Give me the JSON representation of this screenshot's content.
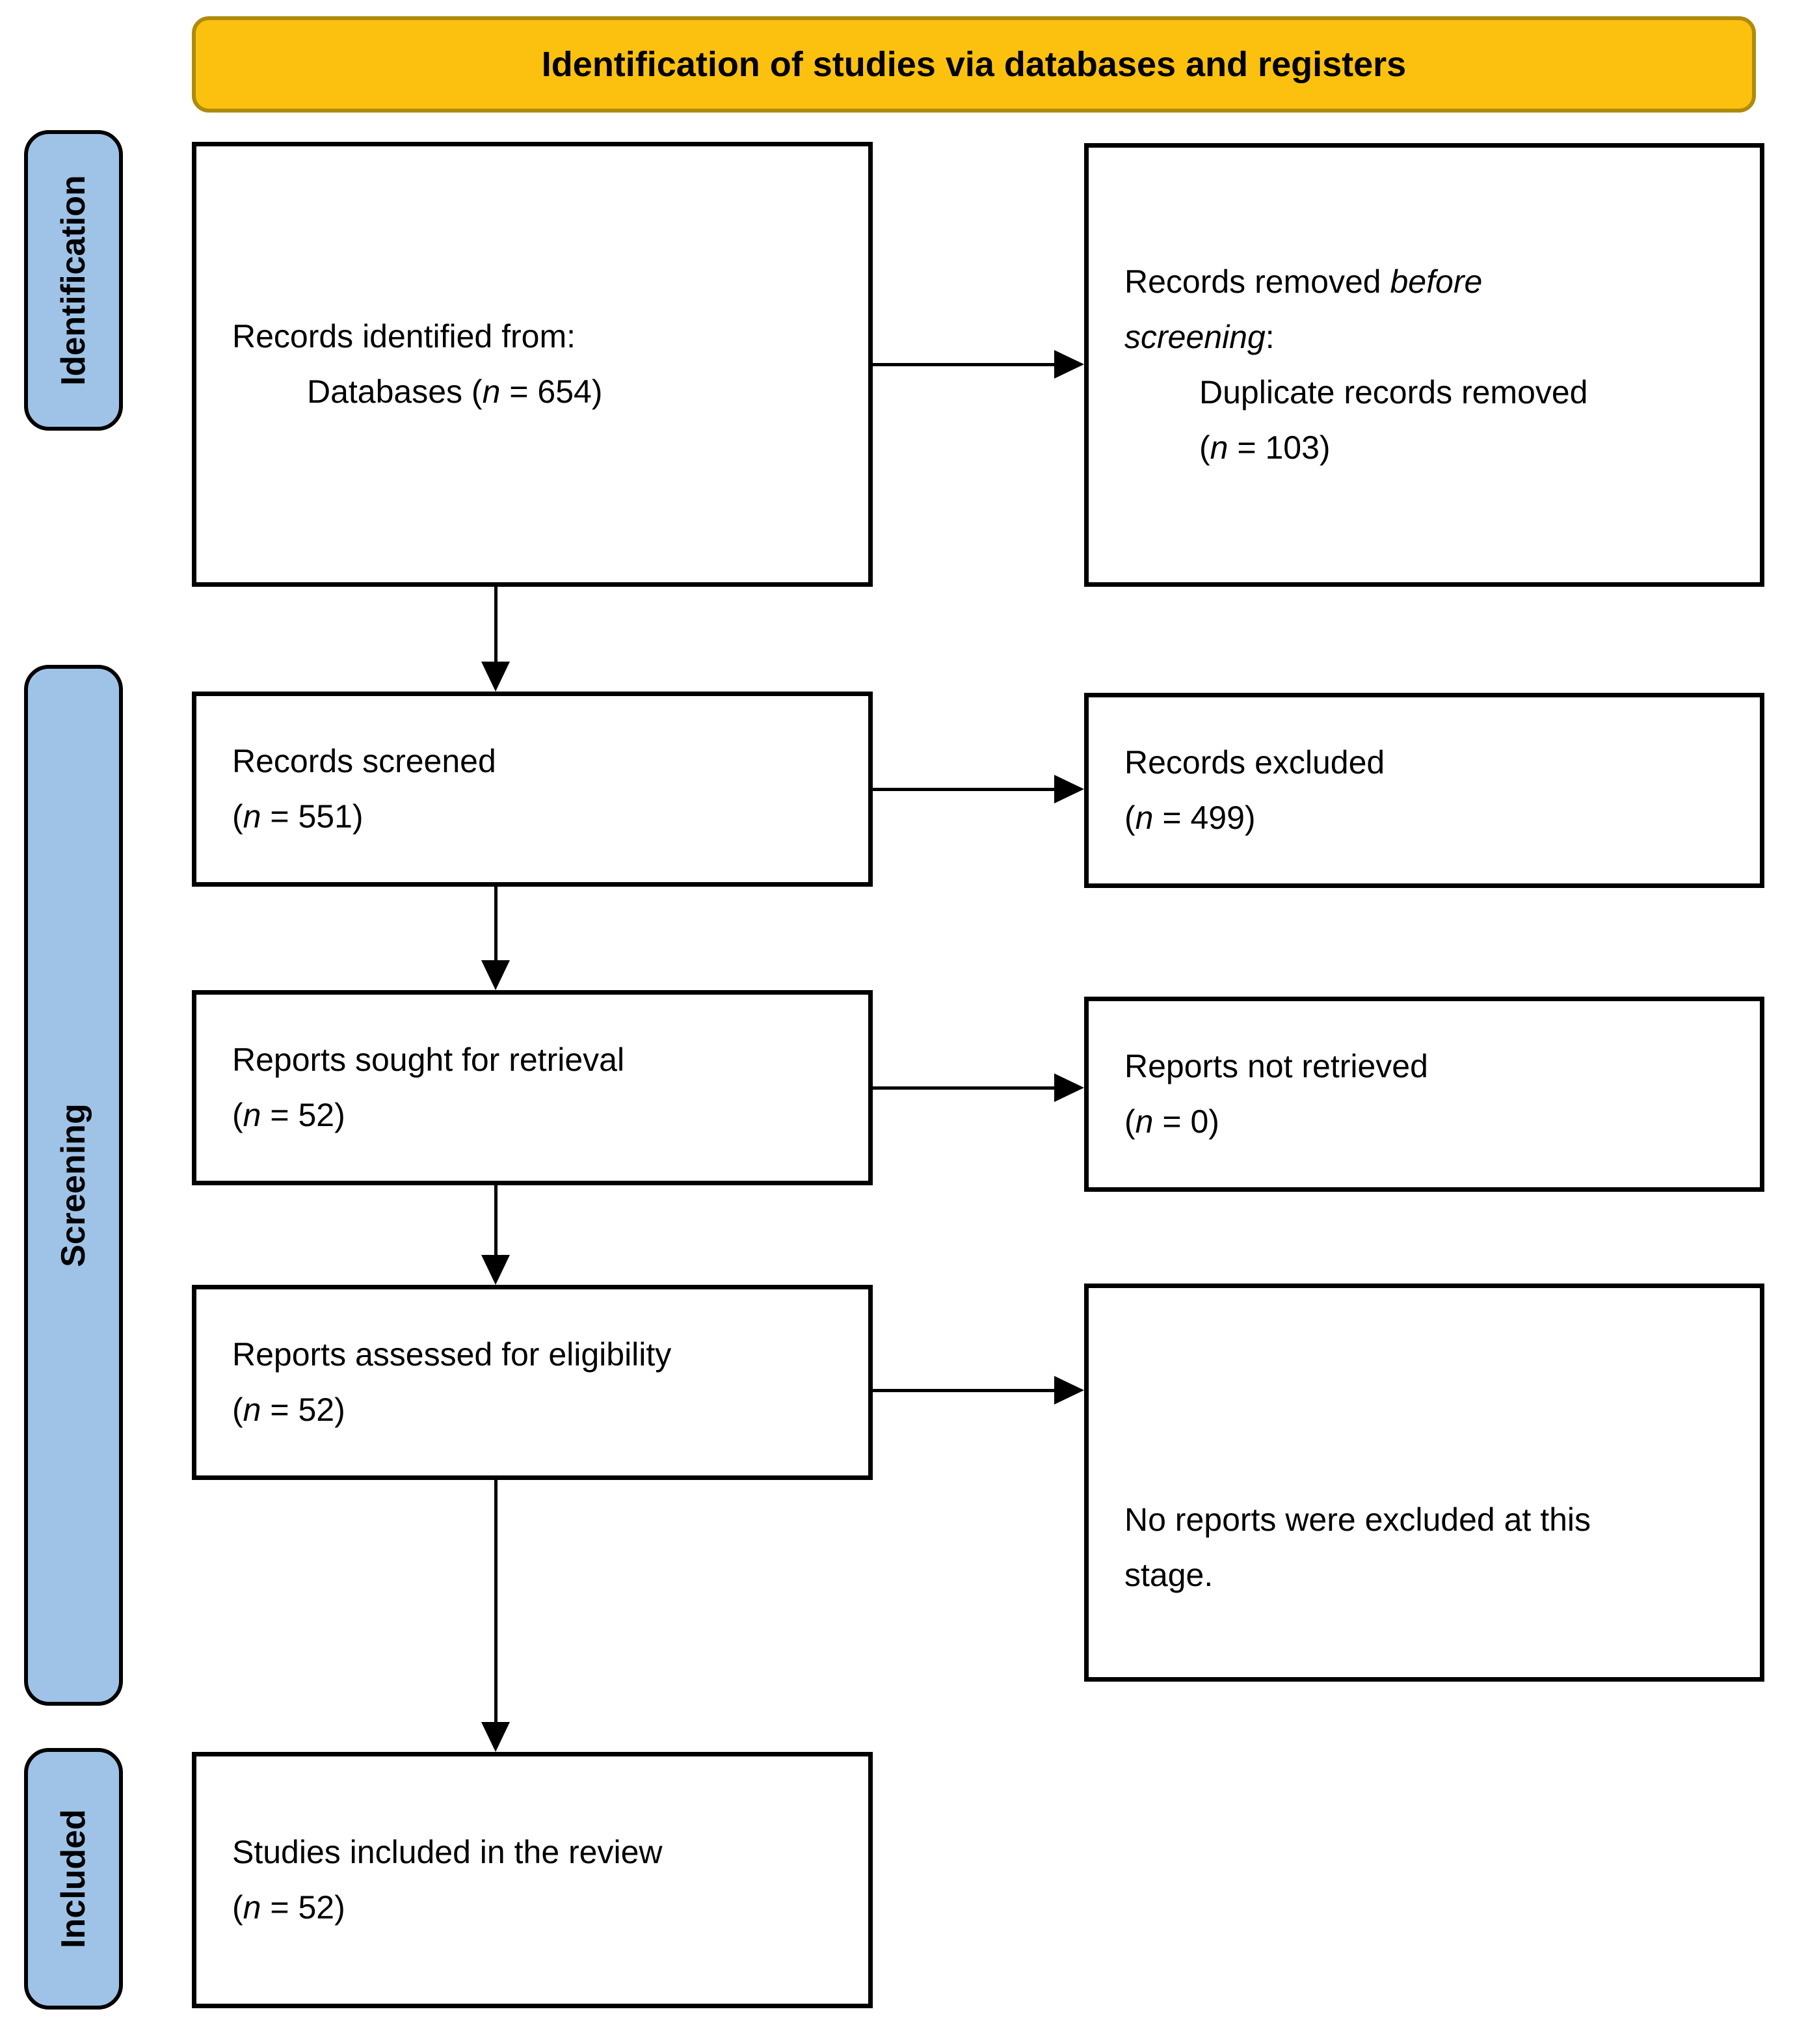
{
  "header": {
    "title": "Identification of studies via databases and registers"
  },
  "stages": [
    {
      "id": "identification",
      "label": "Identification"
    },
    {
      "id": "screening",
      "label": "Screening"
    },
    {
      "id": "included",
      "label": "Included"
    }
  ],
  "boxes": {
    "records_identified": {
      "lines": [
        {
          "segments": [
            {
              "text": "Records identified from:"
            }
          ]
        },
        {
          "indent": true,
          "segments": [
            {
              "text": "Databases ("
            },
            {
              "text": "n",
              "italic": true
            },
            {
              "text": " = 654)"
            }
          ]
        }
      ]
    },
    "records_removed": {
      "lines": [
        {
          "segments": [
            {
              "text": "Records removed "
            },
            {
              "text": "before",
              "italic": true
            }
          ]
        },
        {
          "segments": [
            {
              "text": "screening",
              "italic": true
            },
            {
              "text": ":"
            }
          ]
        },
        {
          "indent": true,
          "segments": [
            {
              "text": "Duplicate records removed"
            }
          ]
        },
        {
          "indent": true,
          "segments": [
            {
              "text": "("
            },
            {
              "text": "n",
              "italic": true
            },
            {
              "text": " = 103)"
            }
          ]
        }
      ]
    },
    "records_screened": {
      "lines": [
        {
          "segments": [
            {
              "text": "Records screened"
            }
          ]
        },
        {
          "segments": [
            {
              "text": "("
            },
            {
              "text": "n",
              "italic": true
            },
            {
              "text": " = 551)"
            }
          ]
        }
      ]
    },
    "records_excluded": {
      "lines": [
        {
          "segments": [
            {
              "text": "Records excluded"
            }
          ]
        },
        {
          "segments": [
            {
              "text": "("
            },
            {
              "text": "n",
              "italic": true
            },
            {
              "text": " = 499)"
            }
          ]
        }
      ]
    },
    "reports_sought": {
      "lines": [
        {
          "segments": [
            {
              "text": "Reports sought for retrieval"
            }
          ]
        },
        {
          "segments": [
            {
              "text": "("
            },
            {
              "text": "n",
              "italic": true
            },
            {
              "text": " = 52)"
            }
          ]
        }
      ]
    },
    "reports_not_retrieved": {
      "lines": [
        {
          "segments": [
            {
              "text": "Reports not retrieved"
            }
          ]
        },
        {
          "segments": [
            {
              "text": "("
            },
            {
              "text": "n",
              "italic": true
            },
            {
              "text": " = 0)"
            }
          ]
        }
      ]
    },
    "reports_assessed": {
      "lines": [
        {
          "segments": [
            {
              "text": "Reports assessed for eligibility"
            }
          ]
        },
        {
          "segments": [
            {
              "text": "("
            },
            {
              "text": "n",
              "italic": true
            },
            {
              "text": " = 52)"
            }
          ]
        }
      ]
    },
    "no_reports_excluded": {
      "lines": [
        {
          "segments": [
            {
              "text": "No reports were excluded at this"
            }
          ]
        },
        {
          "segments": [
            {
              "text": "stage."
            }
          ]
        }
      ]
    },
    "studies_included": {
      "lines": [
        {
          "segments": [
            {
              "text": "Studies included in the review"
            }
          ]
        },
        {
          "segments": [
            {
              "text": "("
            },
            {
              "text": "n",
              "italic": true
            },
            {
              "text": " = 52)"
            }
          ]
        }
      ]
    }
  },
  "colors": {
    "header_bg": "#FCC10E",
    "header_border": "#AE8B0C",
    "stage_bg": "#9FC3E7",
    "box_border": "#000000",
    "arrow": "#000000"
  }
}
